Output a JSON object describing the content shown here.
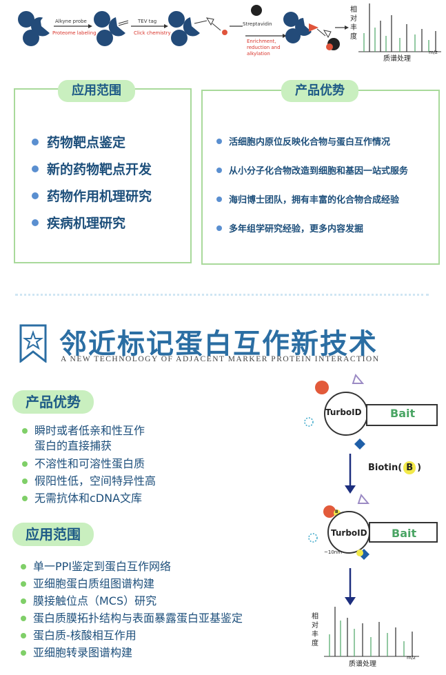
{
  "workflow": {
    "alkyne_probe": "Alkyne probe",
    "proteome_labeling": "Proteome labeling",
    "tev_tag": "TEV tag",
    "click_chemistry": "Click chemistry",
    "streptavidin": "Streptavidin",
    "enrichment": "Enrichment,\nreduction and\nalkylation",
    "ylabel": "相对丰度",
    "xlabel": "质谱处理",
    "mz": "m/z"
  },
  "panel_left": {
    "title": "应用范围",
    "items": [
      "药物靶点鉴定",
      "新的药物靶点开发",
      "药物作用机理研究",
      "疾病机理研究"
    ]
  },
  "panel_right": {
    "title": "产品优势",
    "items": [
      "活细胞内原位反映化合物与蛋白互作情况",
      "从小分子化合物改造到细胞和基因一站式服务",
      "海归博士团队，拥有丰富的化合物合成经验",
      "多年组学研究经验，更多内容发掘"
    ]
  },
  "section": {
    "title": "邻近标记蛋白互作新技术",
    "subtitle": "A NEW TECHNOLOGY OF ADJACENT MARKER PROTEIN INTERACTION"
  },
  "advantages": {
    "title": "产品优势",
    "items": [
      "瞬时或者低亲和性互作\n蛋白的直接捕获",
      "不溶性和可溶性蛋白质",
      "假阳性低，空间特异性高",
      "无需抗体和cDNA文库"
    ]
  },
  "applications": {
    "title": "应用范围",
    "items": [
      "单一PPI鉴定到蛋白互作网络",
      "亚细胞蛋白质组图谱构建",
      "膜接触位点（MCS）研究",
      "蛋白质膜拓扑结构与表面暴露蛋白亚基鉴定",
      "蛋白质-核酸相互作用",
      "亚细胞转录图谱构建"
    ]
  },
  "diagram": {
    "turboid": "TurboID",
    "bait": "Bait",
    "biotin": "Biotin(",
    "biotin_b": "B",
    "biotin_close": ")",
    "b_badge": "B",
    "distance": "~10nm",
    "ylabel": "相对丰度",
    "xlabel": "质谱处理",
    "mz": "m/z"
  },
  "colors": {
    "accent_blue": "#1d4f7b",
    "green": "#a8d99a",
    "pill": "#c9efbf",
    "bait_text": "#4aa564",
    "arrow": "#1c2e7e"
  }
}
